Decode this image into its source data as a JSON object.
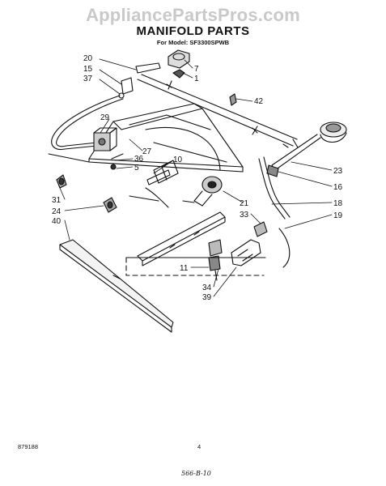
{
  "watermark": "AppliancePartsPros.com",
  "title": "MANIFOLD PARTS",
  "subtitle": "For Model: SF3300SPWB",
  "callouts": {
    "c20": "20",
    "c15": "15",
    "c37": "37",
    "c7": "7",
    "c1": "1",
    "c42": "42",
    "c29": "29",
    "c27": "27",
    "c36": "36",
    "c5": "5",
    "c10": "10",
    "c23": "23",
    "c16": "16",
    "c18": "18",
    "c19": "19",
    "c21": "21",
    "c33": "33",
    "c31": "31",
    "c24": "24",
    "c40": "40",
    "c11": "11",
    "c34": "34",
    "c39": "39"
  },
  "footer": {
    "code": "879188",
    "page": "4",
    "handwritten": "566-B-10"
  }
}
